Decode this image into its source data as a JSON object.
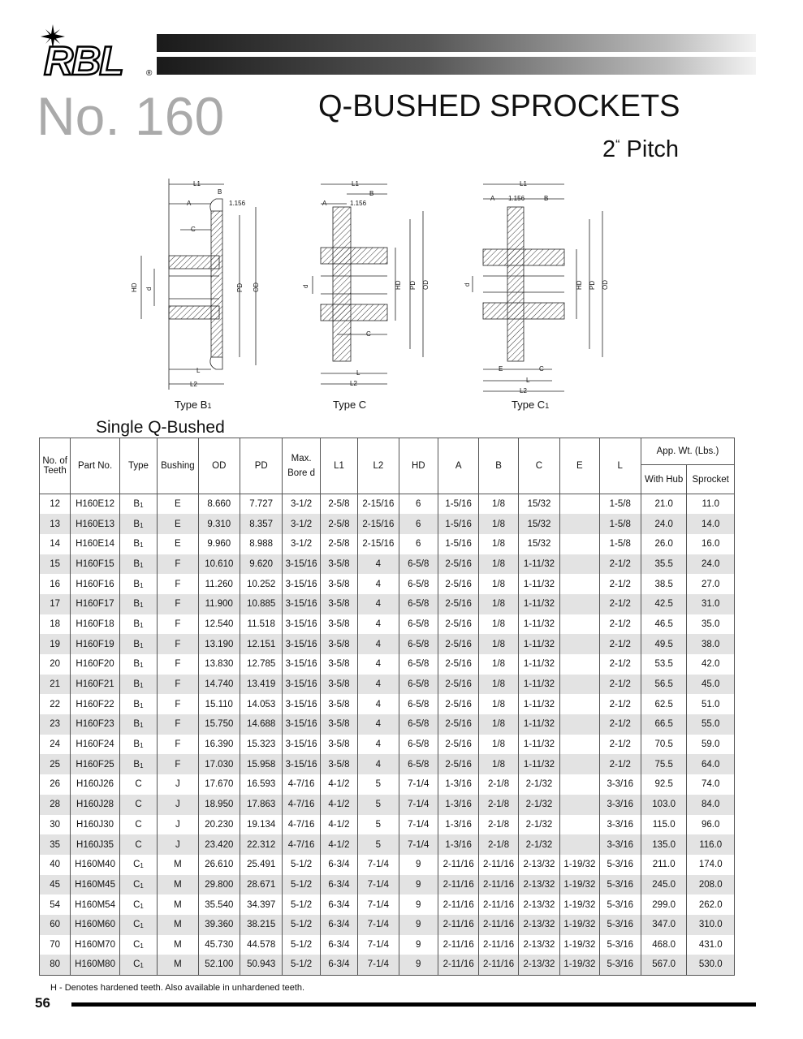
{
  "brand": {
    "name": "RBL",
    "registered": "®"
  },
  "header": {
    "series": "No. 160",
    "title": "Q-BUSHED SPROCKETS",
    "pitch_value": "2",
    "pitch_mark": "“",
    "pitch_label": "Pitch"
  },
  "diagrams": [
    {
      "label": "Type B",
      "sub": "1"
    },
    {
      "label": "Type C",
      "sub": ""
    },
    {
      "label": "Type C",
      "sub": "1"
    }
  ],
  "diagram_labels": {
    "L1": "L1",
    "L2": "L2",
    "L": "L",
    "A": "A",
    "B": "B",
    "C": "C",
    "E": "E",
    "HD": "HD",
    "PD": "PD",
    "OD": "OD",
    "d": "d",
    "dim": "1.156"
  },
  "section_title": "Single Q-Bushed",
  "table": {
    "headers": {
      "teeth": "No. of Teeth",
      "part": "Part No.",
      "type": "Type",
      "bushing": "Bushing",
      "od": "OD",
      "pd": "PD",
      "bore": "Max. Bore d",
      "l1": "L1",
      "l2": "L2",
      "hd": "HD",
      "a": "A",
      "b": "B",
      "c": "C",
      "e": "E",
      "l": "L",
      "wt": "App. Wt. (Lbs.)",
      "wt_hub": "With Hub",
      "wt_sprocket": "Sprocket"
    },
    "rows": [
      [
        "12",
        "H160E12",
        "B",
        "1",
        "E",
        "8.660",
        "7.727",
        "3-1/2",
        "2-5/8",
        "2-15/16",
        "6",
        "1-5/16",
        "1/8",
        "15/32",
        "",
        "1-5/8",
        "21.0",
        "11.0"
      ],
      [
        "13",
        "H160E13",
        "B",
        "1",
        "E",
        "9.310",
        "8.357",
        "3-1/2",
        "2-5/8",
        "2-15/16",
        "6",
        "1-5/16",
        "1/8",
        "15/32",
        "",
        "1-5/8",
        "24.0",
        "14.0"
      ],
      [
        "14",
        "H160E14",
        "B",
        "1",
        "E",
        "9.960",
        "8.988",
        "3-1/2",
        "2-5/8",
        "2-15/16",
        "6",
        "1-5/16",
        "1/8",
        "15/32",
        "",
        "1-5/8",
        "26.0",
        "16.0"
      ],
      [
        "15",
        "H160F15",
        "B",
        "1",
        "F",
        "10.610",
        "9.620",
        "3-15/16",
        "3-5/8",
        "4",
        "6-5/8",
        "2-5/16",
        "1/8",
        "1-11/32",
        "",
        "2-1/2",
        "35.5",
        "24.0"
      ],
      [
        "16",
        "H160F16",
        "B",
        "1",
        "F",
        "11.260",
        "10.252",
        "3-15/16",
        "3-5/8",
        "4",
        "6-5/8",
        "2-5/16",
        "1/8",
        "1-11/32",
        "",
        "2-1/2",
        "38.5",
        "27.0"
      ],
      [
        "17",
        "H160F17",
        "B",
        "1",
        "F",
        "11.900",
        "10.885",
        "3-15/16",
        "3-5/8",
        "4",
        "6-5/8",
        "2-5/16",
        "1/8",
        "1-11/32",
        "",
        "2-1/2",
        "42.5",
        "31.0"
      ],
      [
        "18",
        "H160F18",
        "B",
        "1",
        "F",
        "12.540",
        "11.518",
        "3-15/16",
        "3-5/8",
        "4",
        "6-5/8",
        "2-5/16",
        "1/8",
        "1-11/32",
        "",
        "2-1/2",
        "46.5",
        "35.0"
      ],
      [
        "19",
        "H160F19",
        "B",
        "1",
        "F",
        "13.190",
        "12.151",
        "3-15/16",
        "3-5/8",
        "4",
        "6-5/8",
        "2-5/16",
        "1/8",
        "1-11/32",
        "",
        "2-1/2",
        "49.5",
        "38.0"
      ],
      [
        "20",
        "H160F20",
        "B",
        "1",
        "F",
        "13.830",
        "12.785",
        "3-15/16",
        "3-5/8",
        "4",
        "6-5/8",
        "2-5/16",
        "1/8",
        "1-11/32",
        "",
        "2-1/2",
        "53.5",
        "42.0"
      ],
      [
        "21",
        "H160F21",
        "B",
        "1",
        "F",
        "14.740",
        "13.419",
        "3-15/16",
        "3-5/8",
        "4",
        "6-5/8",
        "2-5/16",
        "1/8",
        "1-11/32",
        "",
        "2-1/2",
        "56.5",
        "45.0"
      ],
      [
        "22",
        "H160F22",
        "B",
        "1",
        "F",
        "15.110",
        "14.053",
        "3-15/16",
        "3-5/8",
        "4",
        "6-5/8",
        "2-5/16",
        "1/8",
        "1-11/32",
        "",
        "2-1/2",
        "62.5",
        "51.0"
      ],
      [
        "23",
        "H160F23",
        "B",
        "1",
        "F",
        "15.750",
        "14.688",
        "3-15/16",
        "3-5/8",
        "4",
        "6-5/8",
        "2-5/16",
        "1/8",
        "1-11/32",
        "",
        "2-1/2",
        "66.5",
        "55.0"
      ],
      [
        "24",
        "H160F24",
        "B",
        "1",
        "F",
        "16.390",
        "15.323",
        "3-15/16",
        "3-5/8",
        "4",
        "6-5/8",
        "2-5/16",
        "1/8",
        "1-11/32",
        "",
        "2-1/2",
        "70.5",
        "59.0"
      ],
      [
        "25",
        "H160F25",
        "B",
        "1",
        "F",
        "17.030",
        "15.958",
        "3-15/16",
        "3-5/8",
        "4",
        "6-5/8",
        "2-5/16",
        "1/8",
        "1-11/32",
        "",
        "2-1/2",
        "75.5",
        "64.0"
      ],
      [
        "26",
        "H160J26",
        "C",
        "",
        "J",
        "17.670",
        "16.593",
        "4-7/16",
        "4-1/2",
        "5",
        "7-1/4",
        "1-3/16",
        "2-1/8",
        "2-1/32",
        "",
        "3-3/16",
        "92.5",
        "74.0"
      ],
      [
        "28",
        "H160J28",
        "C",
        "",
        "J",
        "18.950",
        "17.863",
        "4-7/16",
        "4-1/2",
        "5",
        "7-1/4",
        "1-3/16",
        "2-1/8",
        "2-1/32",
        "",
        "3-3/16",
        "103.0",
        "84.0"
      ],
      [
        "30",
        "H160J30",
        "C",
        "",
        "J",
        "20.230",
        "19.134",
        "4-7/16",
        "4-1/2",
        "5",
        "7-1/4",
        "1-3/16",
        "2-1/8",
        "2-1/32",
        "",
        "3-3/16",
        "115.0",
        "96.0"
      ],
      [
        "35",
        "H160J35",
        "C",
        "",
        "J",
        "23.420",
        "22.312",
        "4-7/16",
        "4-1/2",
        "5",
        "7-1/4",
        "1-3/16",
        "2-1/8",
        "2-1/32",
        "",
        "3-3/16",
        "135.0",
        "116.0"
      ],
      [
        "40",
        "H160M40",
        "C",
        "1",
        "M",
        "26.610",
        "25.491",
        "5-1/2",
        "6-3/4",
        "7-1/4",
        "9",
        "2-11/16",
        "2-11/16",
        "2-13/32",
        "1-19/32",
        "5-3/16",
        "211.0",
        "174.0"
      ],
      [
        "45",
        "H160M45",
        "C",
        "1",
        "M",
        "29.800",
        "28.671",
        "5-1/2",
        "6-3/4",
        "7-1/4",
        "9",
        "2-11/16",
        "2-11/16",
        "2-13/32",
        "1-19/32",
        "5-3/16",
        "245.0",
        "208.0"
      ],
      [
        "54",
        "H160M54",
        "C",
        "1",
        "M",
        "35.540",
        "34.397",
        "5-1/2",
        "6-3/4",
        "7-1/4",
        "9",
        "2-11/16",
        "2-11/16",
        "2-13/32",
        "1-19/32",
        "5-3/16",
        "299.0",
        "262.0"
      ],
      [
        "60",
        "H160M60",
        "C",
        "1",
        "M",
        "39.360",
        "38.215",
        "5-1/2",
        "6-3/4",
        "7-1/4",
        "9",
        "2-11/16",
        "2-11/16",
        "2-13/32",
        "1-19/32",
        "5-3/16",
        "347.0",
        "310.0"
      ],
      [
        "70",
        "H160M70",
        "C",
        "1",
        "M",
        "45.730",
        "44.578",
        "5-1/2",
        "6-3/4",
        "7-1/4",
        "9",
        "2-11/16",
        "2-11/16",
        "2-13/32",
        "1-19/32",
        "5-3/16",
        "468.0",
        "431.0"
      ],
      [
        "80",
        "H160M80",
        "C",
        "1",
        "M",
        "52.100",
        "50.943",
        "5-1/2",
        "6-3/4",
        "7-1/4",
        "9",
        "2-11/16",
        "2-11/16",
        "2-13/32",
        "1-19/32",
        "5-3/16",
        "567.0",
        "530.0"
      ]
    ]
  },
  "footnote": "H - Denotes hardened teeth. Also available in unhardened teeth.",
  "page_number": "56"
}
